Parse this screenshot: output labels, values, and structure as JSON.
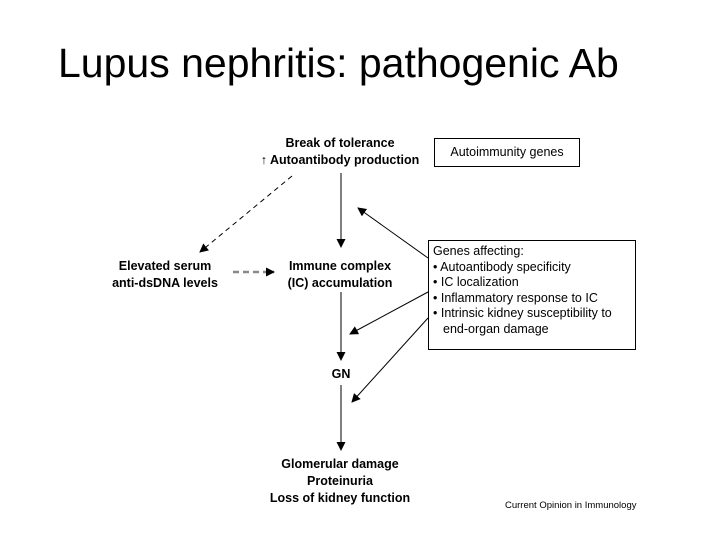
{
  "slide": {
    "title": "Lupus nephritis: pathogenic Ab",
    "source": "Current Opinion in Immunology"
  },
  "diagram": {
    "nodes": {
      "break": {
        "line1": "Break of tolerance",
        "line2": "↑ Autoantibody production"
      },
      "elevated": {
        "line1": "Elevated serum",
        "line2": "anti-dsDNA levels"
      },
      "immune": {
        "line1": "Immune complex",
        "line2": "(IC) accumulation"
      },
      "gn": {
        "line1": "GN"
      },
      "damage": {
        "line1": "Glomerular damage",
        "line2": "Proteinuria",
        "line3": "Loss of kidney function"
      }
    },
    "autoimmunity_box": {
      "label": "Autoimmunity genes"
    },
    "genes_box": {
      "heading": "Genes affecting:",
      "items": [
        "• Autoantibody specificity",
        "• IC localization",
        "• Inflammatory response to IC",
        "• Intrinsic kidney susceptibility to"
      ],
      "continuation": "end-organ damage"
    }
  }
}
